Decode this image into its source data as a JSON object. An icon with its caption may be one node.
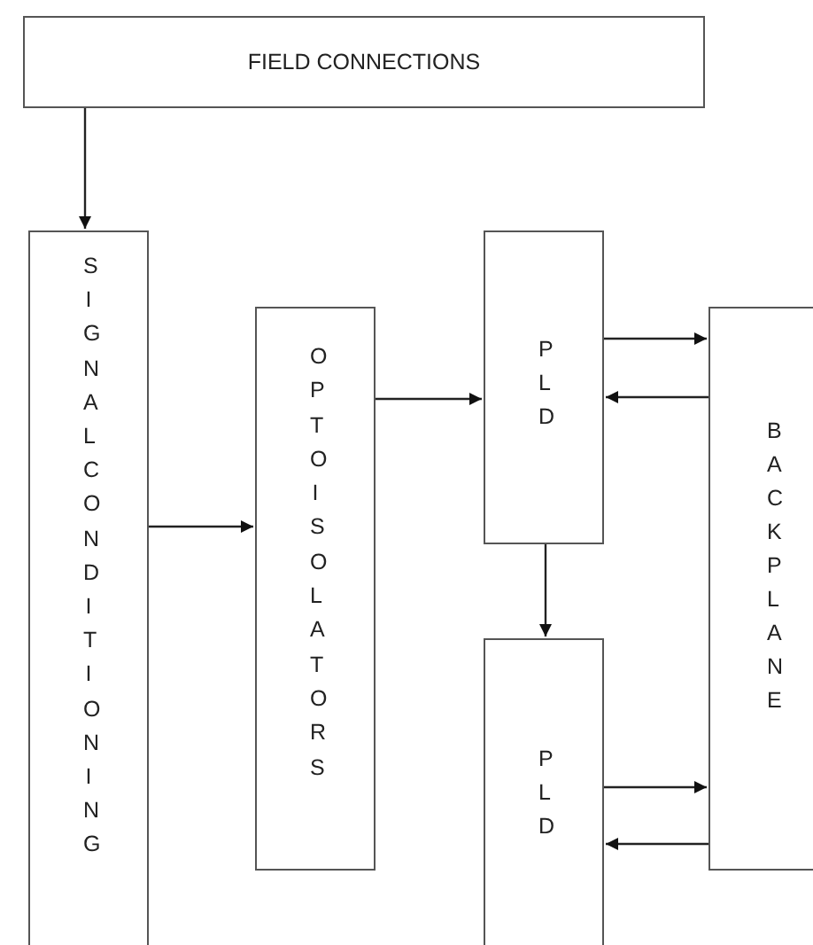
{
  "diagram": {
    "nodes": [
      {
        "text": [
          "FIELD CONNECTIONS"
        ]
      },
      {
        "text": [
          "SIGNAL CONDITIONING"
        ]
      },
      {
        "text": [
          "OPTO ISOLATORS"
        ]
      },
      {
        "text": [
          "PLD"
        ]
      },
      {
        "text": [
          "BACKPLANE"
        ]
      },
      {
        "text": [
          "PLD"
        ]
      }
    ],
    "edges": [
      {
        "from": 0,
        "to": 1,
        "arrow": "to"
      },
      {
        "from": 1,
        "to": 2,
        "arrow": "to"
      },
      {
        "from": 2,
        "to": 3,
        "arrow": "to"
      },
      {
        "from": 3,
        "to": 4,
        "arrow": "to"
      },
      {
        "from": 4,
        "to": 3,
        "arrow": "to"
      },
      {
        "from": 3,
        "to": 5,
        "arrow": "to"
      },
      {
        "from": 5,
        "to": 4,
        "arrow": "to"
      },
      {
        "from": 4,
        "to": 5,
        "arrow": "to"
      }
    ]
  }
}
